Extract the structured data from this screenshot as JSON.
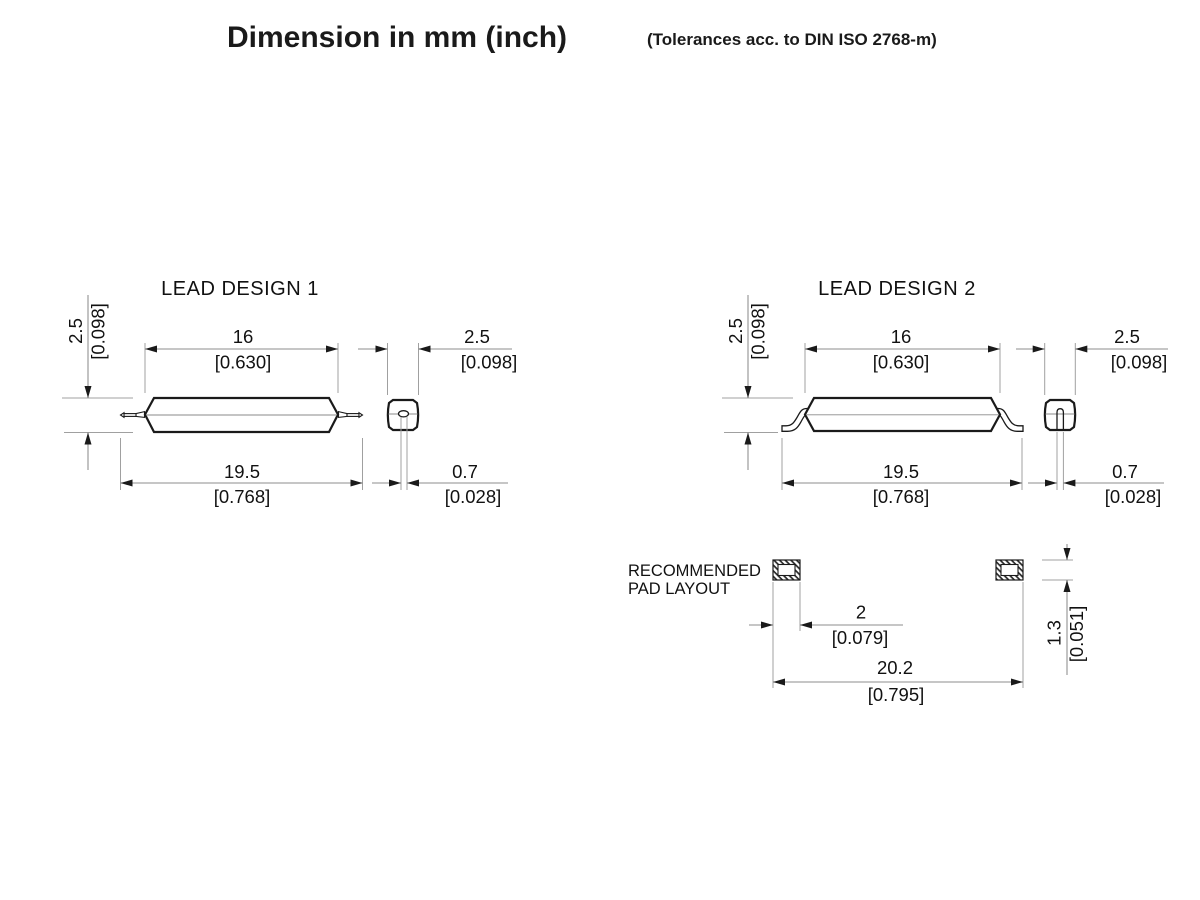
{
  "title": {
    "main": "Dimension in mm (inch)",
    "tolerance_note": "(Tolerances acc. to DIN ISO 2768-m)"
  },
  "colors": {
    "ink": "#1a1a1a",
    "dimension_line": "#8c8c8c",
    "extension_line": "#a0a0a0",
    "background": "#ffffff"
  },
  "lead_design_1": {
    "title": "LEAD DESIGN 1",
    "dimensions": {
      "glass_body_length": {
        "mm": "16",
        "inch": "[0.630]"
      },
      "body_height": {
        "mm": "2.5",
        "inch": "[0.098]"
      },
      "overall_length": {
        "mm": "19.5",
        "inch": "[0.768]"
      },
      "body_width": {
        "mm": "2.5",
        "inch": "[0.098]"
      },
      "lead_diameter": {
        "mm": "0.7",
        "inch": "[0.028]"
      }
    }
  },
  "lead_design_2": {
    "title": "LEAD DESIGN 2",
    "dimensions": {
      "glass_body_length": {
        "mm": "16",
        "inch": "[0.630]"
      },
      "body_height": {
        "mm": "2.5",
        "inch": "[0.098]"
      },
      "overall_length": {
        "mm": "19.5",
        "inch": "[0.768]"
      },
      "body_width": {
        "mm": "2.5",
        "inch": "[0.098]"
      },
      "lead_width": {
        "mm": "0.7",
        "inch": "[0.028]"
      }
    }
  },
  "pad_layout": {
    "label_line_1": "RECOMMENDED",
    "label_line_2": "PAD LAYOUT",
    "dimensions": {
      "pad_width": {
        "mm": "2",
        "inch": "[0.079]"
      },
      "overall_span": {
        "mm": "20.2",
        "inch": "[0.795]"
      },
      "pad_height": {
        "mm": "1.3",
        "inch": "[0.051]"
      }
    }
  }
}
